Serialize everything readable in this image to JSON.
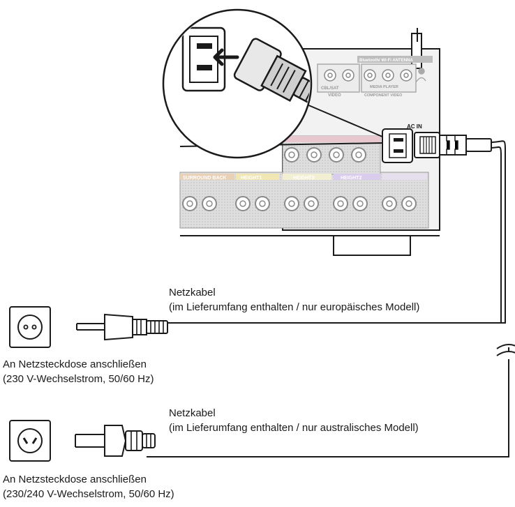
{
  "device_labels": {
    "bluetooth_antenna": "Bluetooth/ Wi-Fi ANTENNA",
    "video_in": "VIDEO",
    "media_player": "MEDIA PLAYER",
    "component_video": "COMPONENT VIDEO",
    "cbl_sat": "CBL/SAT",
    "ac_in": "AC IN",
    "surround_back": "SURROUND BACK",
    "height1": "HEIGHT1",
    "height2": "HEIGHT2",
    "height3": "HEIGHT3"
  },
  "european_cable": {
    "title": "Netzkabel",
    "note": "(im Lieferumfang enthalten / nur europäisches Modell)"
  },
  "european_outlet": {
    "title": "An Netzsteckdose anschließen",
    "spec": "(230 V-Wechselstrom, 50/60 Hz)"
  },
  "australian_cable": {
    "title": "Netzkabel",
    "note": "(im Lieferumfang enthalten / nur australisches Modell)"
  },
  "australian_outlet": {
    "title": "An Netzsteckdose anschließen",
    "spec": "(230/240 V-Wechselstrom, 50/60 Hz)"
  },
  "colors": {
    "line": "#1a1a1a",
    "panel_gray": "#d9d9d9",
    "height1": "#e6d98a",
    "height2": "#b7a3d8",
    "surround_back": "#d9b48f",
    "front_pink": "#e8b7c4"
  }
}
